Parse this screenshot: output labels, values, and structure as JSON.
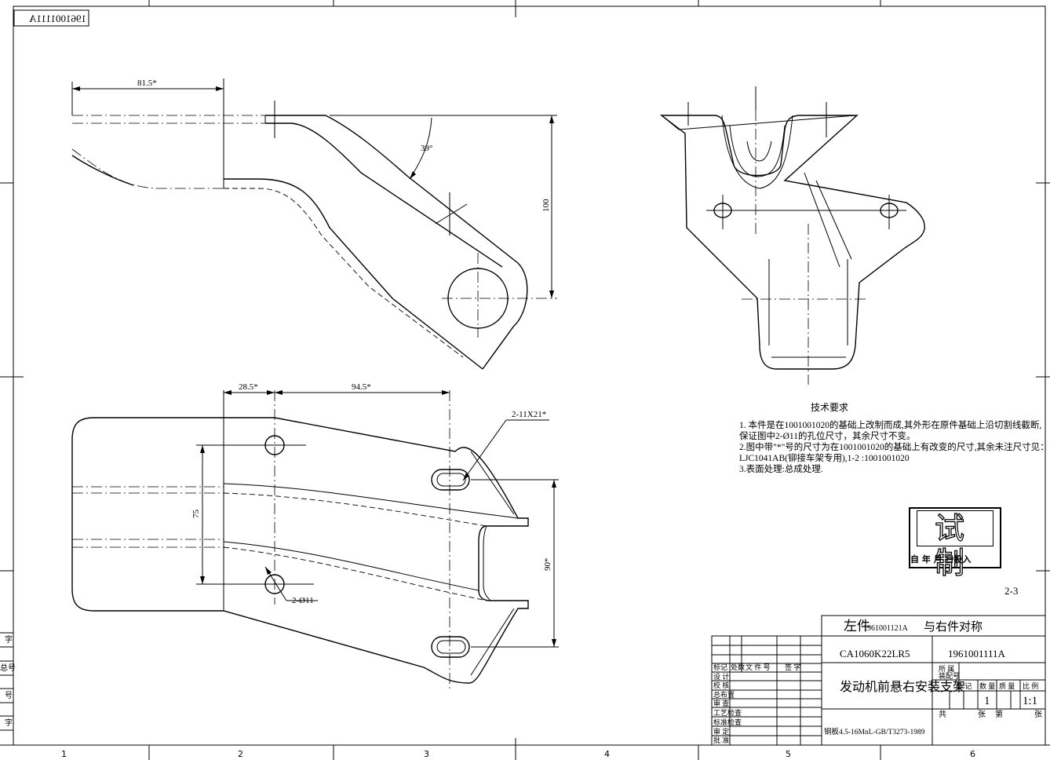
{
  "drawing_number_mirrored": "1961001111A",
  "zone_labels_bottom": [
    "1",
    "2",
    "3",
    "4",
    "5",
    "6"
  ],
  "side_view": {
    "dim_length": "81.5*",
    "dim_angle": "39°",
    "dim_height": "100"
  },
  "plan_view": {
    "dim_offset": "28.5*",
    "dim_length": "94.5*",
    "dim_hole_pitch": "75",
    "dim_slot_pitch": "90*",
    "callout_slots": "2-11X21*",
    "callout_holes": "2-Ø11"
  },
  "technical_requirements": {
    "heading": "技术要求",
    "lines": [
      "1. 本件是在1001001020的基础上改制而成,其外形在原件基础上沿切割线截断,",
      "   保证图中2-Ø11的孔位尺寸，其余尺寸不变。",
      "2.图中带\"*\"号的尺寸为在1001001020的基础上有改变的尺寸,其余未注尺寸见：",
      "   LJC1041AB(铆接车架专用),1-2 :1001001020",
      "3.表面处理:总成处理."
    ]
  },
  "stamp": {
    "title": "试 制",
    "bottom": "自   年 月 日投入"
  },
  "sheet_marker": "2-3",
  "title_block": {
    "left_part": "左件",
    "left_part_number": "1961001121A",
    "symmetry_note": "与右件对称",
    "vehicle_model": "CA1060K22LR5",
    "part_number": "1961001111A",
    "belongs_to_label": "所 属",
    "assembly_no_label": "装配号",
    "part_name": "发动机前悬右安装支架",
    "revision_headers": [
      "标记",
      "处数",
      "文 件 号",
      "签 字"
    ],
    "signoff_roles": [
      "设 计",
      "校 核",
      "总布置",
      "审 查",
      "工艺检查",
      "标准检查",
      "审 定",
      "批 准"
    ],
    "column_headers": [
      "标 记",
      "数 量",
      "质 量",
      "比 例"
    ],
    "quantity": "1",
    "scale": "1:1",
    "sheet_total_label": "共",
    "sheet_label": "张",
    "sheet_no_label": "第",
    "sheet_label_2": "张",
    "material": "钢板4.5-16MnL-GB/T3273-1989"
  },
  "left_margin_labels": [
    "字",
    "总号",
    "号",
    "字"
  ]
}
